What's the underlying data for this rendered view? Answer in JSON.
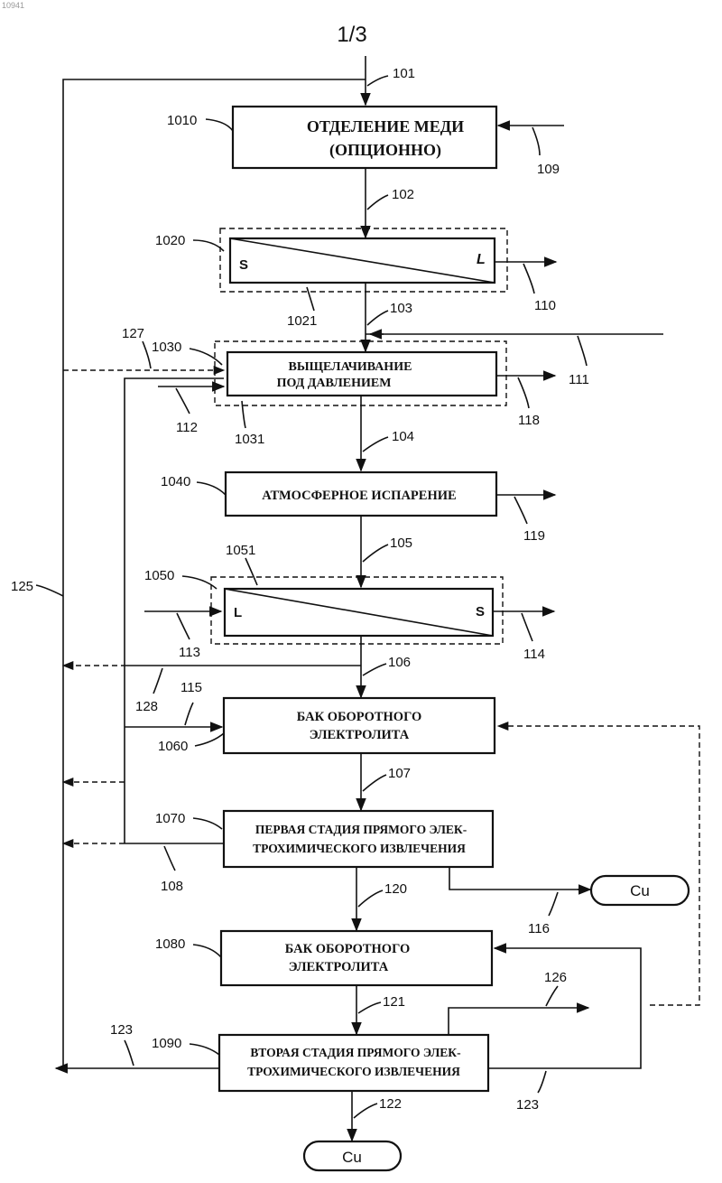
{
  "corner_mark": "10941",
  "sheet": "1/3",
  "boxes": {
    "b1010": {
      "id": "1010",
      "line1": "ОТДЕЛЕНИЕ МЕДИ",
      "line2": "(ОПЦИОННО)"
    },
    "b1020": {
      "id": "1020",
      "left": "S",
      "right": "L",
      "sub": "1021"
    },
    "b1030": {
      "id": "1030",
      "line1": "ВЫЩЕЛАЧИВАНИЕ",
      "line2": "ПОД ДАВЛЕНИЕМ",
      "sub": "1031"
    },
    "b1040": {
      "id": "1040",
      "line1": "АТМОСФЕРНОЕ ИСПАРЕНИЕ"
    },
    "b1050": {
      "id": "1050",
      "left": "L",
      "right": "S",
      "sub": "1051"
    },
    "b1060": {
      "id": "1060",
      "line1": "БАК ОБОРОТНОГО",
      "line2": "ЭЛЕКТРОЛИТА"
    },
    "b1070": {
      "id": "1070",
      "line1": "ПЕРВАЯ СТАДИЯ ПРЯМОГО ЭЛЕК-",
      "line2": "ТРОХИМИЧЕСКОГО ИЗВЛЕЧЕНИЯ"
    },
    "b1080": {
      "id": "1080",
      "line1": "БАК ОБОРОТНОГО",
      "line2": "ЭЛЕКТРОЛИТА"
    },
    "b1090": {
      "id": "1090",
      "line1": "ВТОРАЯ СТАДИЯ ПРЯМОГО ЭЛЕК-",
      "line2": "ТРОХИМИЧЕСКОГО ИЗВЛЕЧЕНИЯ"
    }
  },
  "products": {
    "cu1": "Cu",
    "cu2": "Cu"
  },
  "streams": {
    "s101": "101",
    "s102": "102",
    "s103": "103",
    "s104": "104",
    "s105": "105",
    "s106": "106",
    "s107": "107",
    "s108": "108",
    "s109": "109",
    "s110": "110",
    "s111": "111",
    "s112": "112",
    "s113": "113",
    "s114": "114",
    "s115": "115",
    "s116": "116",
    "s118": "118",
    "s119": "119",
    "s120": "120",
    "s121": "121",
    "s122": "122",
    "s123a": "123",
    "s123b": "123",
    "s125": "125",
    "s126": "126",
    "s127": "127",
    "s128": "128"
  }
}
